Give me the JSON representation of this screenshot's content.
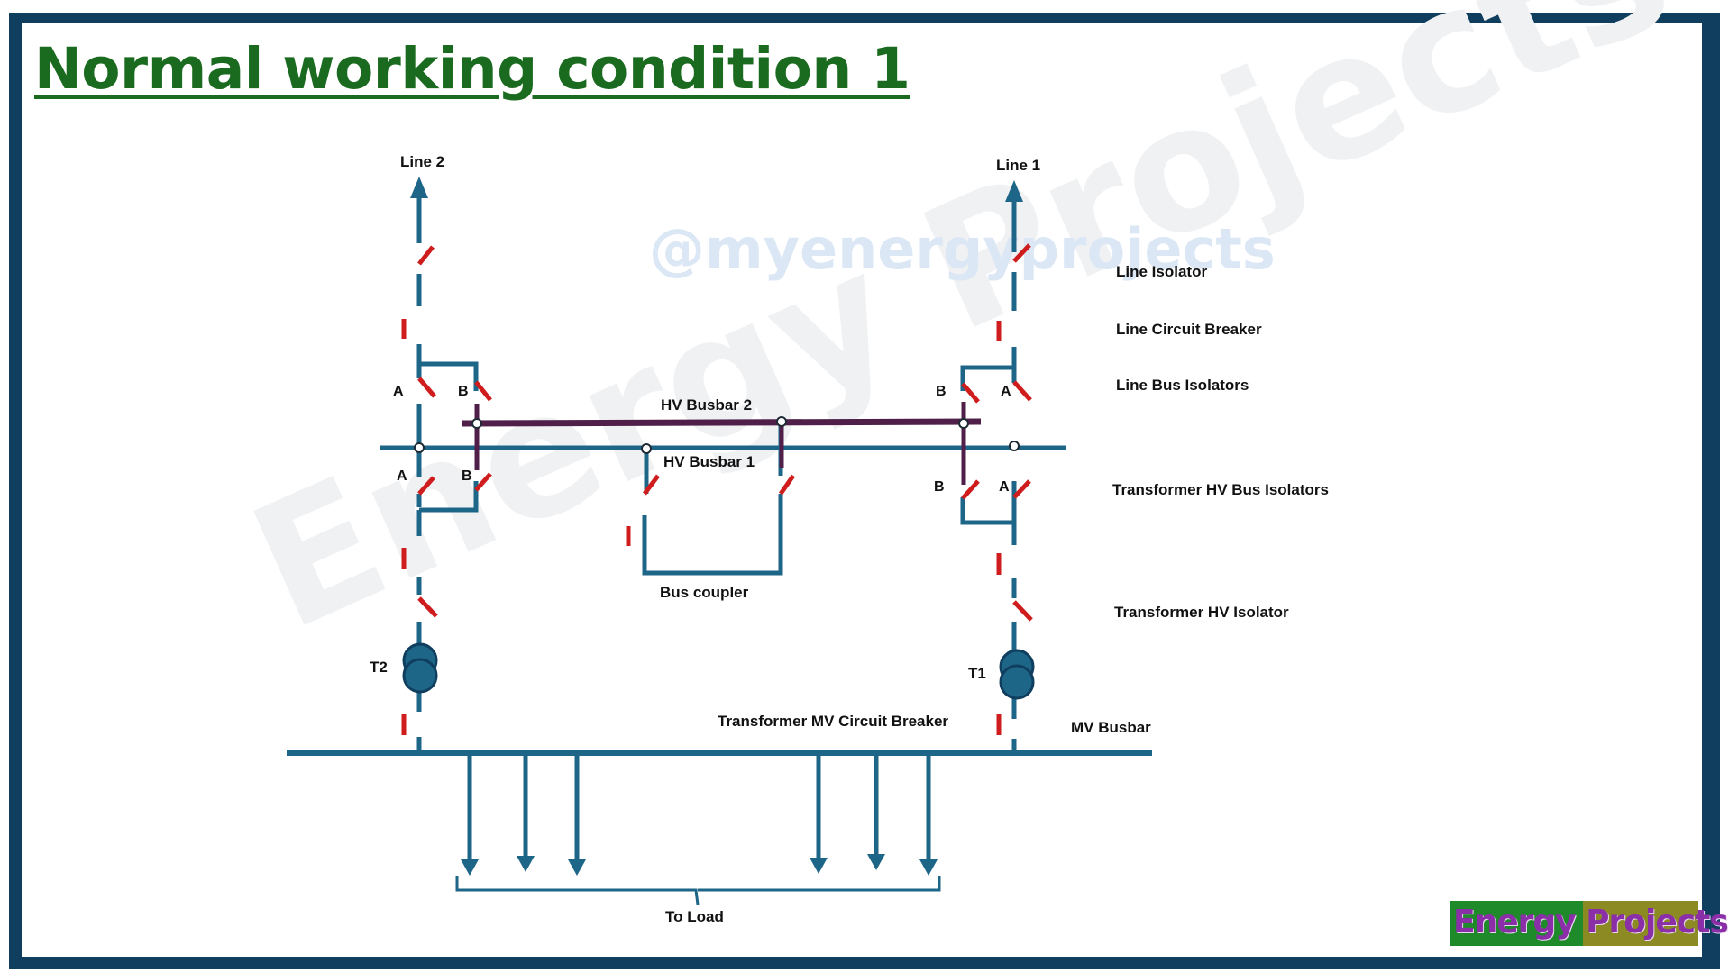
{
  "title": "Normal working condition 1",
  "watermark": {
    "handle": "@myenergyprojects",
    "brand": "Energy Projects"
  },
  "logo": {
    "text": "Energy Projects"
  },
  "lines": {
    "line1": "Line 1",
    "line2": "Line 2"
  },
  "busbars": {
    "hv1": "HV Busbar 1",
    "hv2": "HV Busbar 2",
    "mv": "MV Busbar"
  },
  "isolator_letters": {
    "a": "A",
    "b": "B"
  },
  "transformers": {
    "t1": "T1",
    "t2": "T2"
  },
  "bus_coupler": "Bus coupler",
  "to_load": "To Load",
  "legend": {
    "line_isolator": "Line Isolator",
    "line_cb": "Line Circuit Breaker",
    "line_bus_isolators": "Line Bus Isolators",
    "tx_hv_bus_isolators": "Transformer HV Bus Isolators",
    "tx_hv_isolator": "Transformer HV Isolator",
    "tx_mv_cb": "Transformer MV Circuit Breaker"
  },
  "colors": {
    "conductor": "#1e6688",
    "busbar2": "#4f1f4a",
    "switch": "#cf1d1d",
    "title": "#1a6b1f",
    "frame": "#0f3e5e"
  }
}
